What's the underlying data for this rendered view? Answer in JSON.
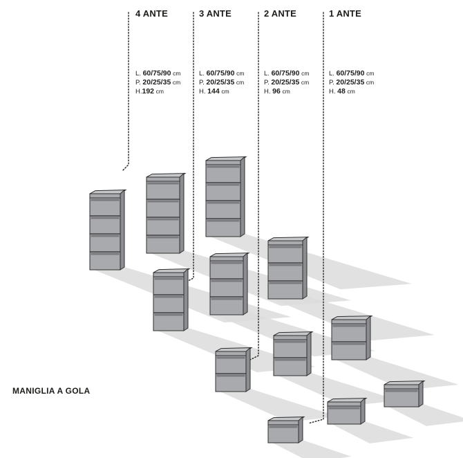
{
  "columns": [
    {
      "title": "4 ANTE",
      "l_prefix": "L.",
      "l_value": "60/75/90",
      "p_prefix": "P.",
      "p_value": "20/25/35",
      "h_prefix": "H.",
      "h_value": "192",
      "unit": "cm"
    },
    {
      "title": "3 ANTE",
      "l_prefix": "L.",
      "l_value": "60/75/90",
      "p_prefix": "P.",
      "p_value": "20/25/35",
      "h_prefix": "H.",
      "h_value": "144",
      "unit": "cm"
    },
    {
      "title": "2 ANTE",
      "l_prefix": "L.",
      "l_value": "60/75/90",
      "p_prefix": "P.",
      "p_value": "20/25/35",
      "h_prefix": "H.",
      "h_value": "96",
      "unit": "cm"
    },
    {
      "title": "1 ANTE",
      "l_prefix": "L.",
      "l_value": "60/75/90",
      "p_prefix": "P.",
      "p_value": "20/25/35",
      "h_prefix": "H.",
      "h_value": "48",
      "unit": "cm"
    }
  ],
  "caption": "MANIGLIA A GOLA",
  "colors": {
    "cabinet_front": "#a9aaad",
    "cabinet_side": "#8c8d90",
    "cabinet_top": "#c7c8ca",
    "cabinet_edge": "#2e2e30",
    "shadow": "#dcdcdc",
    "leader_line": "#1d1d1b"
  }
}
